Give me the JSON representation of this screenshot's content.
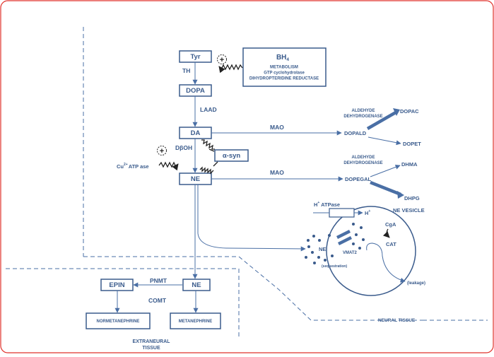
{
  "colors": {
    "frame": "#e0322b",
    "primary": "#3a5b8c",
    "line": "#4a6fa5",
    "squiggle": "#222222"
  },
  "nodes": {
    "tyr": "Tyr",
    "dopa": "DOPA",
    "da": "DA",
    "ne": "NE",
    "ne_extra": "NE",
    "alpha_syn": "α-syn",
    "epin": "EPIN",
    "normetanephrine": "NORMETANEPHRINE",
    "metanephrine": "METANEPHRINE"
  },
  "bh4_box": {
    "title": "BH",
    "title_sub": "4",
    "lines": [
      "METABOLISM",
      "GTP cyclohydrolase",
      "DIHYDROPTERIDINE REDUCTASE"
    ]
  },
  "enzymes": {
    "th": "TH",
    "laad": "LAAD",
    "dboh": "DβOH",
    "mao_top": "MAO",
    "mao_bottom": "MAO",
    "pnmt": "PNMT",
    "comt": "COMT",
    "aldehyde_top": [
      "ALDEHYDE",
      "DEHYDROGENASE"
    ],
    "aldehyde_bottom": [
      "ALDEHYDE",
      "DEHYDROGENASE"
    ],
    "cu_atpase_prefix": "Cu",
    "cu_atpase_sup": "2+",
    "cu_atpase_suffix": "ATP ase"
  },
  "metabolites": {
    "dopald": "DOPALD",
    "dopac": "DOPAC",
    "dopet": "DOPET",
    "dopegal": "DOPEGAL",
    "dhma": "DHMA",
    "dhpg": "DHPG"
  },
  "vesicle": {
    "title": "NE VESICLE",
    "h_atpase_prefix": "H",
    "h_atpase_sup": "+",
    "h_atpase_suffix": " ATPase",
    "h_plus": "H",
    "h_plus_sup": "+",
    "cga": "CgA",
    "cat": "CAT",
    "ne": "NE",
    "vmat2": "VMAT2",
    "sequestration": "(sequestration)",
    "leakage": "(leakage)"
  },
  "regions": {
    "neural_tissue": "NEURAL TISSUE",
    "extraneural": [
      "EXTRANEURAL",
      "TISSUE"
    ]
  },
  "signs": {
    "plus": "+"
  }
}
